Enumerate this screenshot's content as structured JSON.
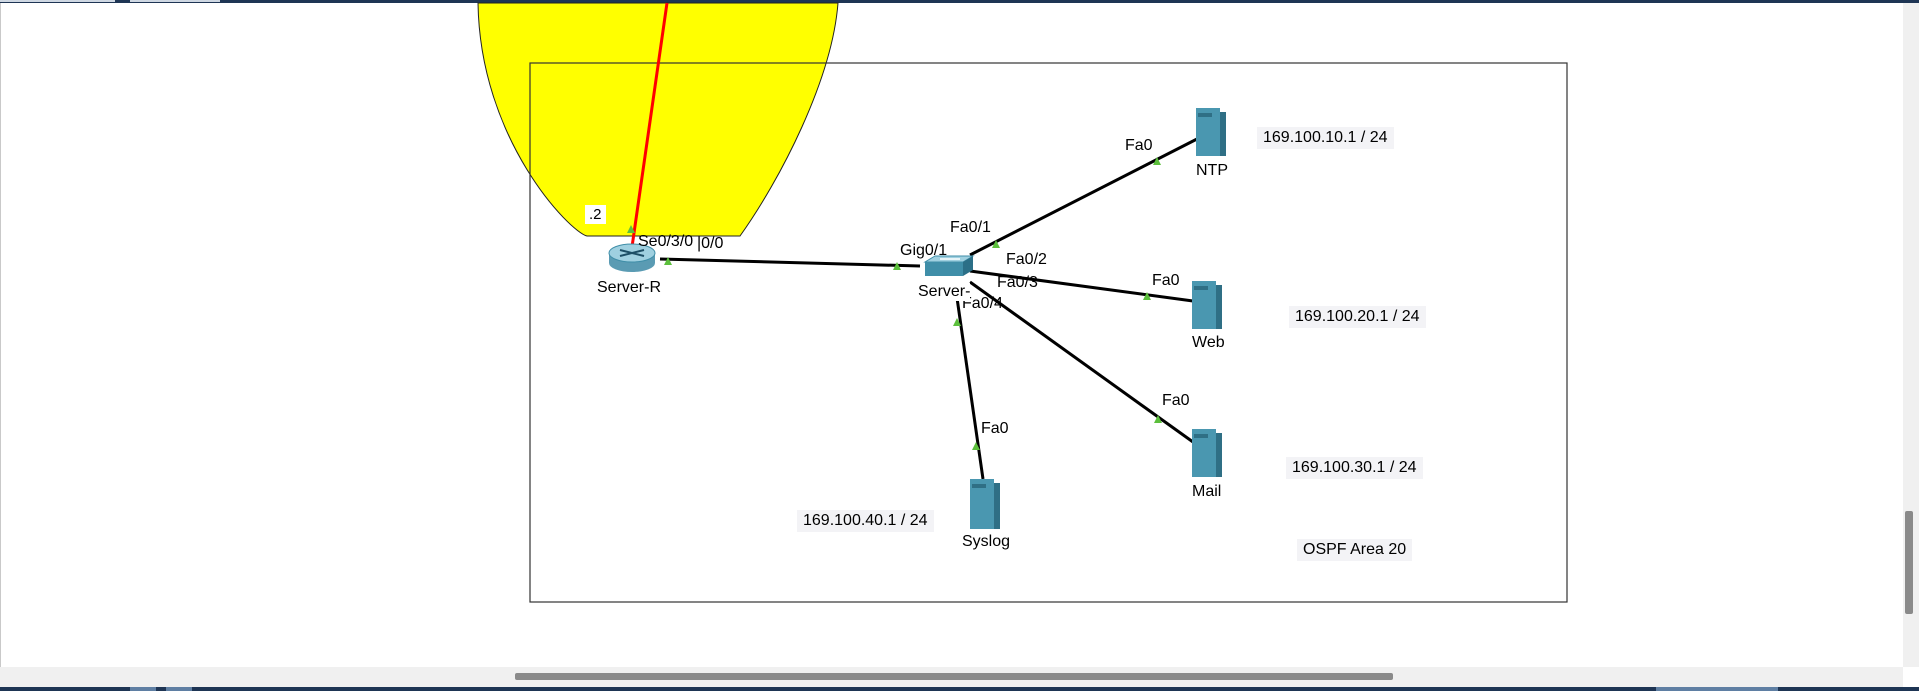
{
  "area": {
    "label": "OSPF Area 20"
  },
  "router": {
    "name": "Server-R",
    "interface": "Se0/3/0",
    "octet": ".2",
    "partial_label": "|0/0"
  },
  "switch": {
    "name": "Server-",
    "uplink": "Gig0/1",
    "ports": [
      "Fa0/1",
      "Fa0/2",
      "Fa0/3",
      "Fa0/4"
    ]
  },
  "servers": [
    {
      "name": "NTP",
      "port": "Fa0",
      "ip": "169.100.10.1 / 24"
    },
    {
      "name": "Web",
      "port": "Fa0",
      "ip": "169.100.20.1 / 24"
    },
    {
      "name": "Mail",
      "port": "Fa0",
      "ip": "169.100.30.1 / 24"
    },
    {
      "name": "Syslog",
      "port": "Fa0",
      "ip": "169.100.40.1 / 24"
    }
  ],
  "colors": {
    "highlight": "#ffff00",
    "serial_link": "#ff0000",
    "link": "#000000",
    "link_indicator": "#5cbf3c",
    "device": "#3f8ea8",
    "window_frame": "#1e3554"
  }
}
